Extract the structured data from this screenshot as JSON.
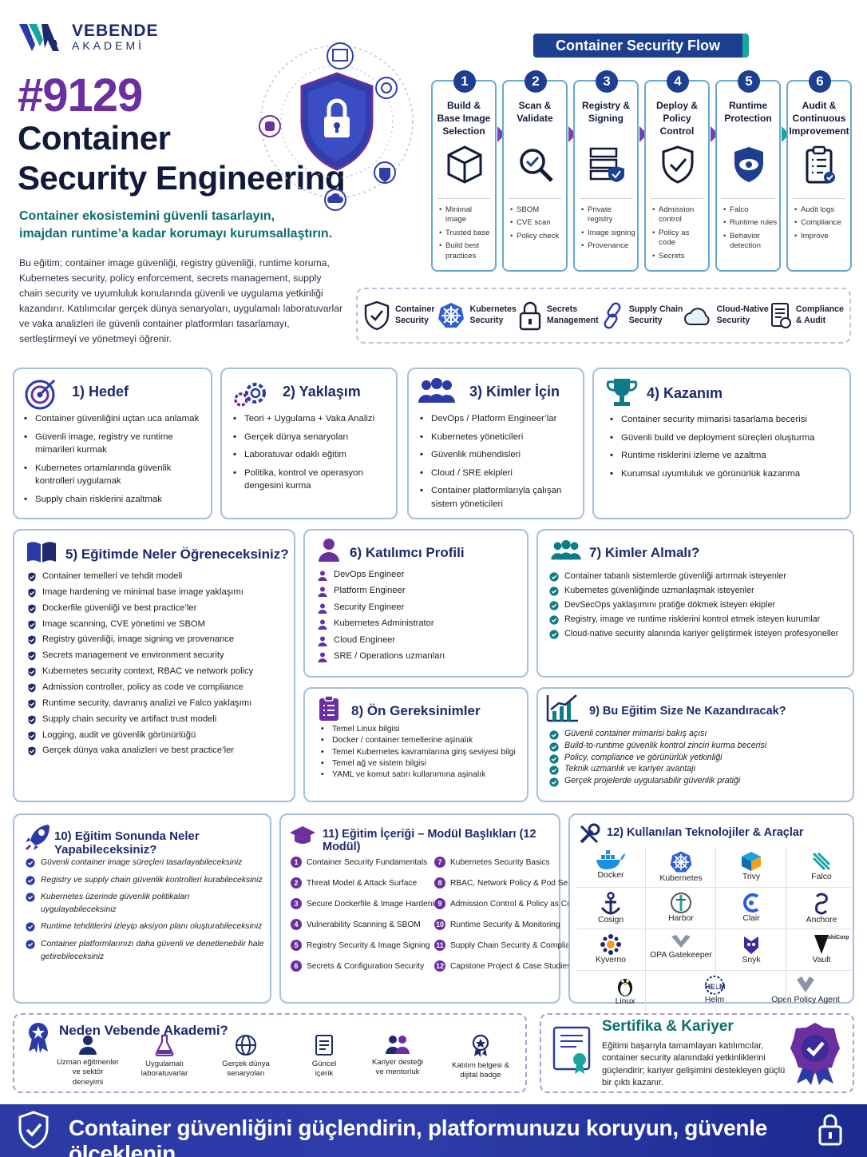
{
  "brand": {
    "name_line1": "VEBENDE",
    "name_line2": "AKADEMİ"
  },
  "code": "#9129",
  "title_line1": "Container",
  "title_line2": "Security Engineering",
  "tagline_line1": "Container ekosistemini güvenli tasarlayın,",
  "tagline_line2": "imajdan runtime’a kadar korumayı kurumsallaştırın.",
  "intro": "Bu eğitim; container image güvenliği, registry güvenliği, runtime koruma, Kubernetes security, policy enforcement, secrets management, supply chain security ve uyumluluk konularında güvenli ve uygulama yetkinliği kazandırır. Katılımcılar gerçek dünya senaryoları, uygulamalı laboratuvarlar ve vaka analizleri ile güvenli container platformları tasarlamayı, sertleştirmeyi ve yönetmeyi öğrenir.",
  "flow": {
    "title": "Container Security Flow",
    "steps": [
      {
        "num": "1",
        "l1": "Build &",
        "l2": "Base Image",
        "l3": "Selection",
        "items": [
          "Minimal image",
          "Trusted base",
          "Build best practices"
        ]
      },
      {
        "num": "2",
        "l1": "Scan &",
        "l2": "Validate",
        "l3": "",
        "items": [
          "SBOM",
          "CVE scan",
          "Policy check"
        ]
      },
      {
        "num": "3",
        "l1": "Registry &",
        "l2": "Signing",
        "l3": "",
        "items": [
          "Private registry",
          "Image signing",
          "Provenance"
        ]
      },
      {
        "num": "4",
        "l1": "Deploy &",
        "l2": "Policy",
        "l3": "Control",
        "items": [
          "Admission control",
          "Policy as code",
          "Secrets"
        ]
      },
      {
        "num": "5",
        "l1": "Runtime",
        "l2": "Protection",
        "l3": "",
        "items": [
          "Falco",
          "Runtime rules",
          "Behavior detection"
        ]
      },
      {
        "num": "6",
        "l1": "Audit &",
        "l2": "Continuous",
        "l3": "Improvement",
        "items": [
          "Audit logs",
          "Compliance",
          "Improve"
        ]
      }
    ]
  },
  "pillars": [
    {
      "l1": "Container",
      "l2": "Security"
    },
    {
      "l1": "Kubernetes",
      "l2": "Security"
    },
    {
      "l1": "Secrets",
      "l2": "Management"
    },
    {
      "l1": "Supply Chain",
      "l2": "Security"
    },
    {
      "l1": "Cloud-Native",
      "l2": "Security"
    },
    {
      "l1": "Compliance",
      "l2": "& Audit"
    }
  ],
  "hedef": {
    "title": "1) Hedef",
    "items": [
      "Container güvenliğini uçtan uca anlamak",
      "Güvenli image, registry ve runtime mimarileri kurmak",
      "Kubernetes ortamlarında güvenlik kontrolleri uygulamak",
      "Supply chain risklerini azaltmak"
    ]
  },
  "yaklasim": {
    "title": "2) Yaklaşım",
    "items": [
      "Teori + Uygulama + Vaka Analizi",
      "Gerçek dünya senaryoları",
      "Laboratuvar odaklı eğitim",
      "Politika, kontrol ve operasyon dengesini kurma"
    ]
  },
  "kimler_icin": {
    "title": "3) Kimler İçin",
    "items": [
      "DevOps / Platform Engineer’lar",
      "Kubernetes yöneticileri",
      "Güvenlik mühendisleri",
      "Cloud / SRE ekipleri",
      "Container platformlarıyla çalışan sistem yöneticileri"
    ]
  },
  "kazanim": {
    "title": "4) Kazanım",
    "items": [
      "Container security mimarisi tasarlama becerisi",
      "Güvenli build ve deployment süreçleri oluşturma",
      "Runtime risklerini izleme ve azaltma",
      "Kurumsal uyumluluk ve görünürlük kazanma"
    ]
  },
  "ogrenecekler": {
    "title": "5) Eğitimde Neler Öğreneceksiniz?",
    "items": [
      "Container temelleri ve tehdit modeli",
      "Image hardening ve minimal base image yaklaşımı",
      "Dockerfile güvenliği ve best practice’ler",
      "Image scanning, CVE yönetimi ve SBOM",
      "Registry güvenliği, image signing ve provenance",
      "Secrets management ve environment security",
      "Kubernetes security context, RBAC ve network policy",
      "Admission controller, policy as code ve compliance",
      "Runtime security, davranış analizi ve Falco yaklaşımı",
      "Supply chain security ve artifact trust modeli",
      "Logging, audit ve güvenlik görünürlüğü",
      "Gerçek dünya vaka analizleri ve best practice’ler"
    ]
  },
  "profil": {
    "title": "6) Katılımcı Profili",
    "items": [
      "DevOps Engineer",
      "Platform Engineer",
      "Security Engineer",
      "Kubernetes Administrator",
      "Cloud Engineer",
      "SRE / Operations uzmanları"
    ]
  },
  "kimler_almali": {
    "title": "7) Kimler Almalı?",
    "items": [
      "Container tabanlı sistemlerde güvenliği artırmak isteyenler",
      "Kubernetes güvenliğinde uzmanlaşmak isteyenler",
      "DevSecOps yaklaşımını pratiğe dökmek isteyen ekipler",
      "Registry, image ve runtime risklerini kontrol etmek isteyen kurumlar",
      "Cloud-native security alanında kariyer geliştirmek isteyen profesyoneller"
    ]
  },
  "gereksinim": {
    "title": "8) Ön Gereksinimler",
    "items": [
      "Temel Linux bilgisi",
      "Docker / container temellerine aşinalık",
      "Temel Kubernetes kavramlarına giriş seviyesi bilgi",
      "Temel ağ ve sistem bilgisi",
      "YAML ve komut satırı kullanımına aşinalık"
    ]
  },
  "kazandiracak": {
    "title": "9) Bu Eğitim Size Ne Kazandıracak?",
    "items": [
      "Güvenli container mimarisi bakış açısı",
      "Build-to-runtime güvenlik kontrol zinciri kurma becerisi",
      "Policy, compliance ve görünürlük yetkinliği",
      "Teknik uzmanlık ve kariyer avantajı",
      "Gerçek projelerde uygulanabilir güvenlik pratiği"
    ]
  },
  "yapabilecek": {
    "title": "10) Eğitim Sonunda Neler Yapabileceksiniz?",
    "items": [
      "Güvenli container image süreçleri tasarlayabileceksiniz",
      "Registry ve supply chain güvenlik kontrolleri kurabileceksiniz",
      "Kubernetes üzerinde güvenlik politikaları uygulayabileceksiniz",
      "Runtime tehditlerini izleyip aksiyon planı oluşturabileceksiniz",
      "Container platformlarınızı daha güvenli ve denetlenebilir hale getirebileceksiniz"
    ]
  },
  "moduller": {
    "title": "11) Eğitim İçeriği – Modül Başlıkları (12 Modül)",
    "items": [
      {
        "n": "1",
        "t": "Container Security Fundamentals"
      },
      {
        "n": "7",
        "t": "Kubernetes Security Basics"
      },
      {
        "n": "2",
        "t": "Threat Model & Attack Surface"
      },
      {
        "n": "8",
        "t": "RBAC, Network Policy & Pod Security"
      },
      {
        "n": "3",
        "t": "Secure Dockerfile & Image Hardening"
      },
      {
        "n": "9",
        "t": "Admission Control & Policy as Code"
      },
      {
        "n": "4",
        "t": "Vulnerability Scanning & SBOM"
      },
      {
        "n": "10",
        "t": "Runtime Security & Monitoring"
      },
      {
        "n": "5",
        "t": "Registry Security & Image Signing"
      },
      {
        "n": "11",
        "t": "Supply Chain Security & Compliance"
      },
      {
        "n": "6",
        "t": "Secrets & Configuration Security"
      },
      {
        "n": "12",
        "t": "Capstone Project & Case Studies"
      }
    ]
  },
  "teknolojiler": {
    "title": "12) Kullanılan Teknolojiler & Araçlar",
    "tools": [
      "Docker",
      "Kubernetes",
      "Trivy",
      "Falco",
      "Cosign",
      "Harbor",
      "Clair",
      "Anchore",
      "Kyverno",
      "OPA Gatekeeper",
      "Snyk",
      "Vault",
      "Linux",
      "Helm",
      "Open Policy Agent"
    ],
    "vault_brand": "HashiCorp",
    "helm_badge": "HELM"
  },
  "neden": {
    "title": "Neden Vebende Akademi?",
    "items": [
      {
        "l1": "Uzman eğitmenler",
        "l2": "ve sektör",
        "l3": "deneyimi"
      },
      {
        "l1": "Uygulamalı",
        "l2": "laboratuvarlar",
        "l3": ""
      },
      {
        "l1": "Gerçek dünya",
        "l2": "senaryoları",
        "l3": ""
      },
      {
        "l1": "Güncel",
        "l2": "içerik",
        "l3": ""
      },
      {
        "l1": "Kariyer desteği",
        "l2": "ve mentorluk",
        "l3": ""
      },
      {
        "l1": "Katılım belgesi &",
        "l2": "dijital badge",
        "l3": ""
      }
    ]
  },
  "sertifika": {
    "title": "Sertifika & Kariyer",
    "text": "Eğitimi başarıyla tamamlayan katılımcılar, container security alanındaki yetkinliklerini güçlendirir; kariyer gelişimini destekleyen güçlü bir çıktı kazanır."
  },
  "footer": "Container güvenliğini güçlendirin, platformunuzu koruyun, güvenle ölçeklenin.",
  "colors": {
    "navy": "#1d2a6b",
    "purple": "#6b2fa0",
    "teal": "#0e7c86",
    "footer": "#2c3aa6"
  }
}
